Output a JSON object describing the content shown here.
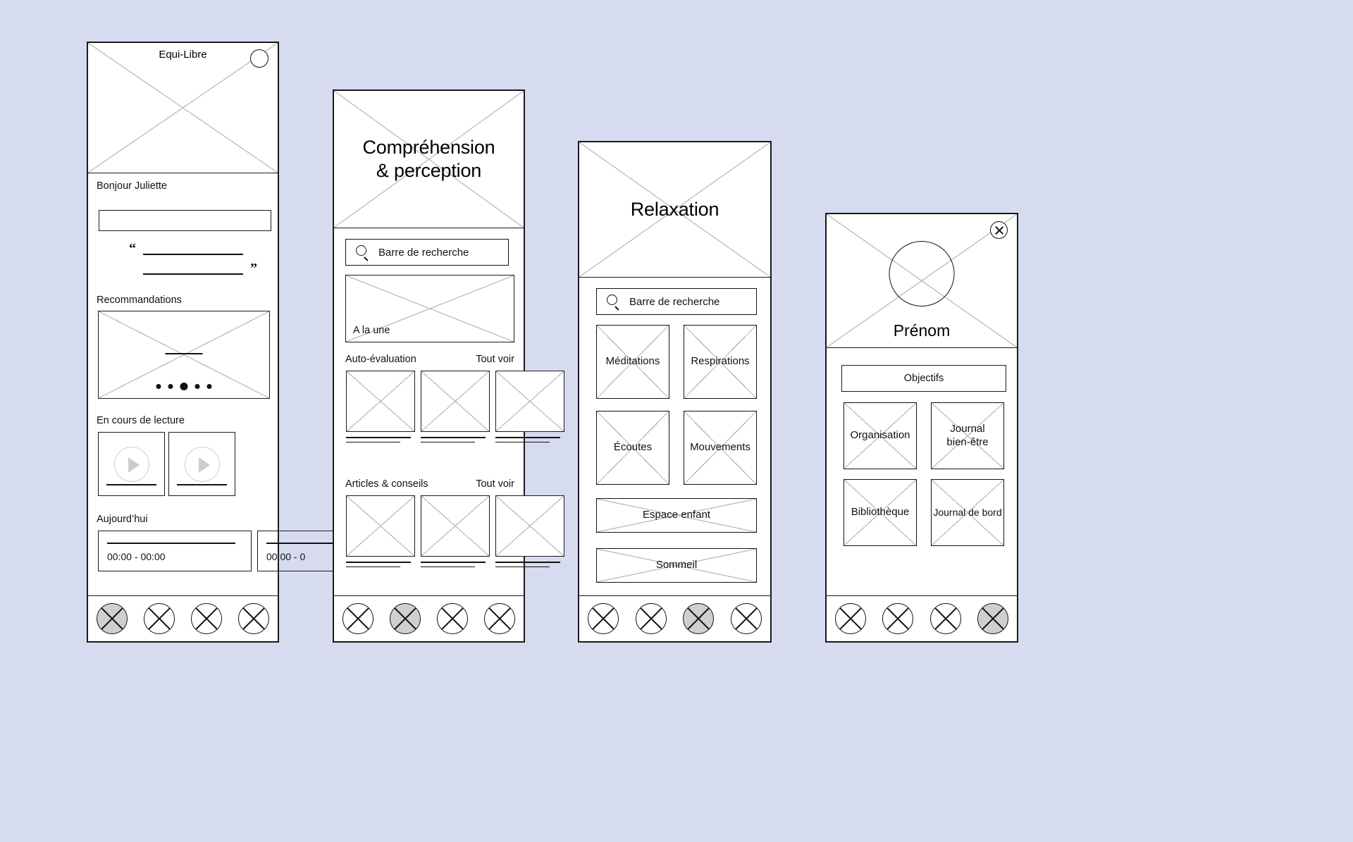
{
  "canvas": {
    "background": "#d7dbf0"
  },
  "screens": [
    {
      "id": "home",
      "header": {
        "title": "Equi-Libre",
        "avatar_icon": "circle-avatar-icon"
      },
      "greeting": "Bonjour Juliette",
      "quote": {
        "open_mark": "“",
        "close_mark": "”"
      },
      "sections": [
        {
          "label": "Recommandations"
        },
        {
          "label": "En cours de lecture"
        },
        {
          "label": "Aujourd’hui"
        }
      ],
      "carousel": {
        "dots": 5,
        "active_index": 2
      },
      "players": [
        {
          "icon": "play-icon"
        },
        {
          "icon": "play-icon"
        }
      ],
      "today_cards": [
        {
          "time": "00:00 - 00:00"
        },
        {
          "time": "00:00 - 0"
        }
      ],
      "nav": {
        "items": [
          "home",
          "explore",
          "relax",
          "profile"
        ],
        "active_index": 0
      }
    },
    {
      "id": "comprehension",
      "header": {
        "title_line1": "Compréhension",
        "title_line2": "& perception"
      },
      "search": {
        "placeholder": "Barre de recherche",
        "icon": "search-icon"
      },
      "featured": {
        "label": "A la une"
      },
      "sections": [
        {
          "label": "Auto-évaluation",
          "action": "Tout voir"
        },
        {
          "label": "Articles & conseils",
          "action": "Tout voir"
        }
      ],
      "nav": {
        "items": [
          "home",
          "explore",
          "relax",
          "profile"
        ],
        "active_index": 1
      }
    },
    {
      "id": "relaxation",
      "header": {
        "title": "Relaxation"
      },
      "search": {
        "placeholder": "Barre de recherche",
        "icon": "search-icon"
      },
      "tiles": [
        {
          "label": "Méditations"
        },
        {
          "label": "Respirations"
        },
        {
          "label": "Écoutes"
        },
        {
          "label": "Mouvements"
        }
      ],
      "wide_tiles": [
        {
          "label": "Espace enfant"
        },
        {
          "label": "Sommeil"
        }
      ],
      "nav": {
        "items": [
          "home",
          "explore",
          "relax",
          "profile"
        ],
        "active_index": 2
      }
    },
    {
      "id": "profile",
      "header": {
        "name": "Prénom",
        "close_icon": "close-icon",
        "avatar_icon": "avatar-circle-icon"
      },
      "objectives_button": "Objectifs",
      "tiles": [
        {
          "label": "Organisation"
        },
        {
          "label_line1": "Journal",
          "label_line2": "bien-être"
        },
        {
          "label": "Bibliothèque"
        },
        {
          "label": "Journal de bord"
        }
      ],
      "nav": {
        "items": [
          "home",
          "explore",
          "relax",
          "profile"
        ],
        "active_index": 3
      }
    }
  ]
}
